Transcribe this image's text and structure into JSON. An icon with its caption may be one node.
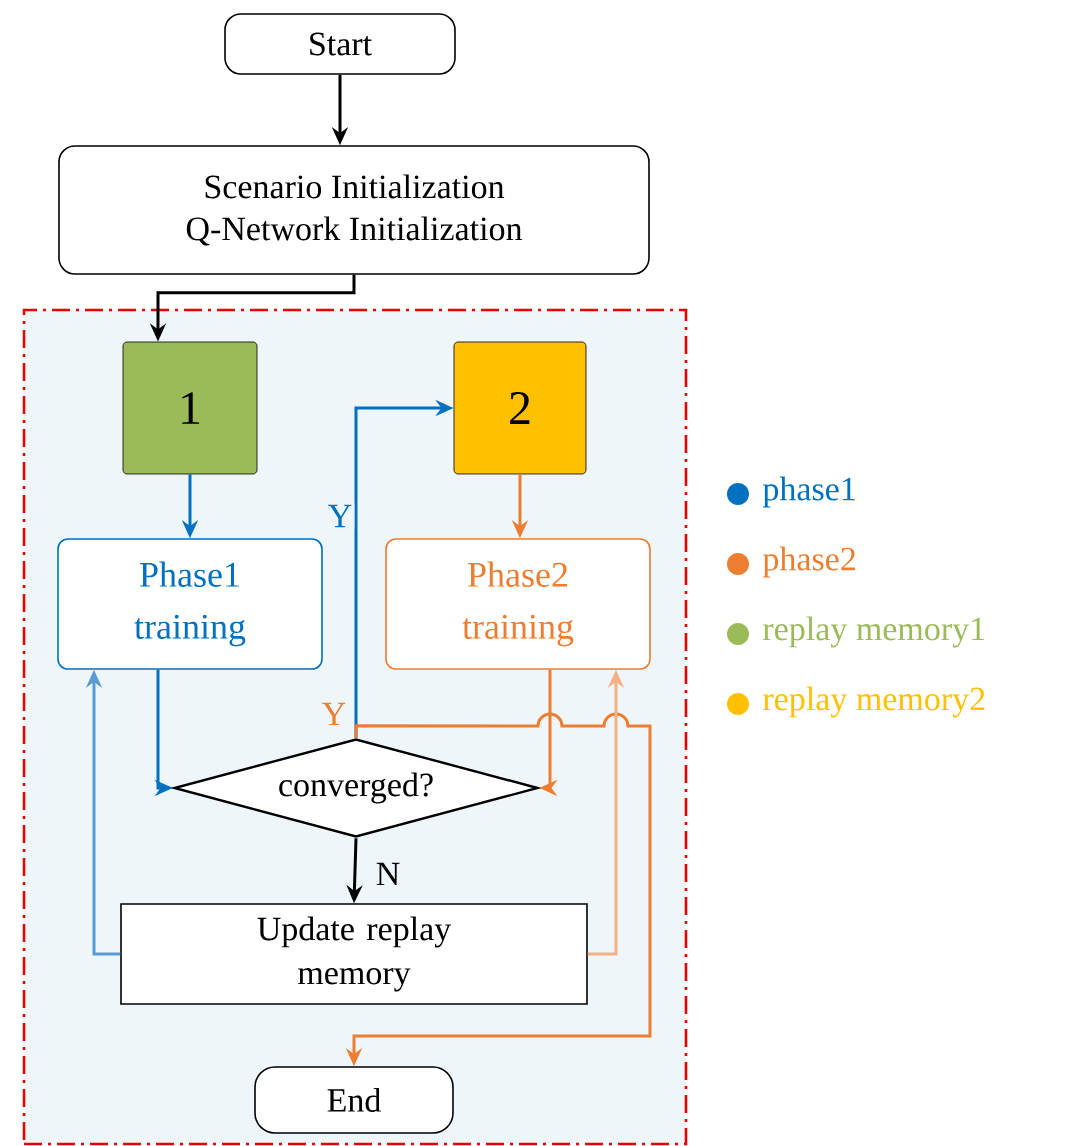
{
  "diagram": {
    "nodes": [
      {
        "text": [
          "Start"
        ]
      },
      {
        "text": [
          "Scenario Initialization",
          "Q-Network Initialization"
        ]
      },
      {
        "text": [],
        "shape": "box"
      },
      {
        "text": [
          "1"
        ],
        "in": 2
      },
      {
        "text": [
          "2"
        ],
        "in": 2
      },
      {
        "text": [
          "Phase1 training"
        ],
        "in": 2
      },
      {
        "text": [
          "Phase2 training"
        ],
        "in": 2
      },
      {
        "text": [
          "converged?"
        ],
        "in": 2
      },
      {
        "text": [
          "Update replay memory"
        ],
        "in": 2
      },
      {
        "text": [
          "End"
        ],
        "in": 2
      }
    ],
    "edges": [
      {
        "from": 0,
        "to": 1,
        "arrow": "to"
      },
      {
        "from": 1,
        "to": 3,
        "arrow": "to"
      },
      {
        "from": 3,
        "to": 5,
        "arrow": "to",
        "color": "#0070c0"
      },
      {
        "from": 4,
        "to": 6,
        "arrow": "to",
        "color": "#ed7d31"
      },
      {
        "from": 5,
        "to": 7,
        "arrow": "to",
        "color": "#0070c0"
      },
      {
        "from": 6,
        "to": 7,
        "arrow": "to",
        "color": "#ed7d31"
      },
      {
        "from": 7,
        "to": 4,
        "arrow": "to",
        "label": "Y",
        "color": "#0070c0"
      },
      {
        "from": 7,
        "to": 9,
        "arrow": "to",
        "label": "Y",
        "color": "#ed7d31"
      },
      {
        "from": 7,
        "to": 8,
        "arrow": "to",
        "label": "N"
      },
      {
        "from": 8,
        "to": 5,
        "arrow": "to",
        "color": "#5b9bd5"
      },
      {
        "from": 8,
        "to": 6,
        "arrow": "to",
        "color": "#f4b183"
      }
    ],
    "legend": [
      {
        "text": "phase1",
        "color": "#0070c0"
      },
      {
        "text": "phase2",
        "color": "#ed7d31"
      },
      {
        "text": "replay memory1",
        "color": "#9bbb59"
      },
      {
        "text": "replay memory2",
        "color": "#ffc000"
      }
    ]
  }
}
